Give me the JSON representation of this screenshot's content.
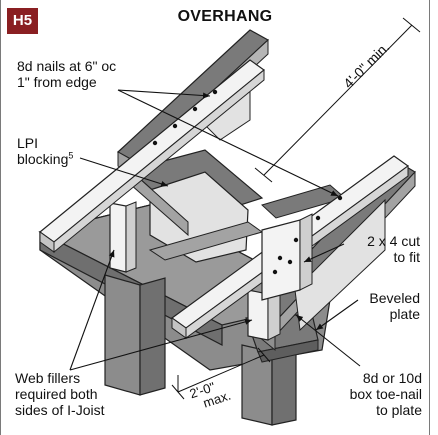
{
  "header": {
    "badge": "H5",
    "title": "OVERHANG"
  },
  "labels": {
    "nails": {
      "line1": "8d nails at 6\" oc",
      "line2": "1\" from edge"
    },
    "lpi": {
      "line1": "LPI",
      "line2": "blocking",
      "footnote": "5"
    },
    "min_dim": "4'-0\" min.",
    "cut": {
      "line1": "2 x 4 cut",
      "line2": "to fit"
    },
    "beveled": {
      "line1": "Beveled",
      "line2": "plate"
    },
    "web": {
      "line1": "Web fillers",
      "line2": "required both",
      "line3": "sides of I-Joist"
    },
    "max_dim": {
      "line1": "2'-0\"",
      "line2": "max."
    },
    "toenail": {
      "line1": "8d or 10d",
      "line2": "box toe-nail",
      "line3": "to plate"
    }
  },
  "colors": {
    "badge": "#8a1f22",
    "flange_top": "#7a7a7a",
    "flange_side": "#a3a3a3",
    "web": "#e2e2e2",
    "stud": "#f3f3f3",
    "wall": "#8c8c8c",
    "wall_dark": "#6f6f6f"
  }
}
